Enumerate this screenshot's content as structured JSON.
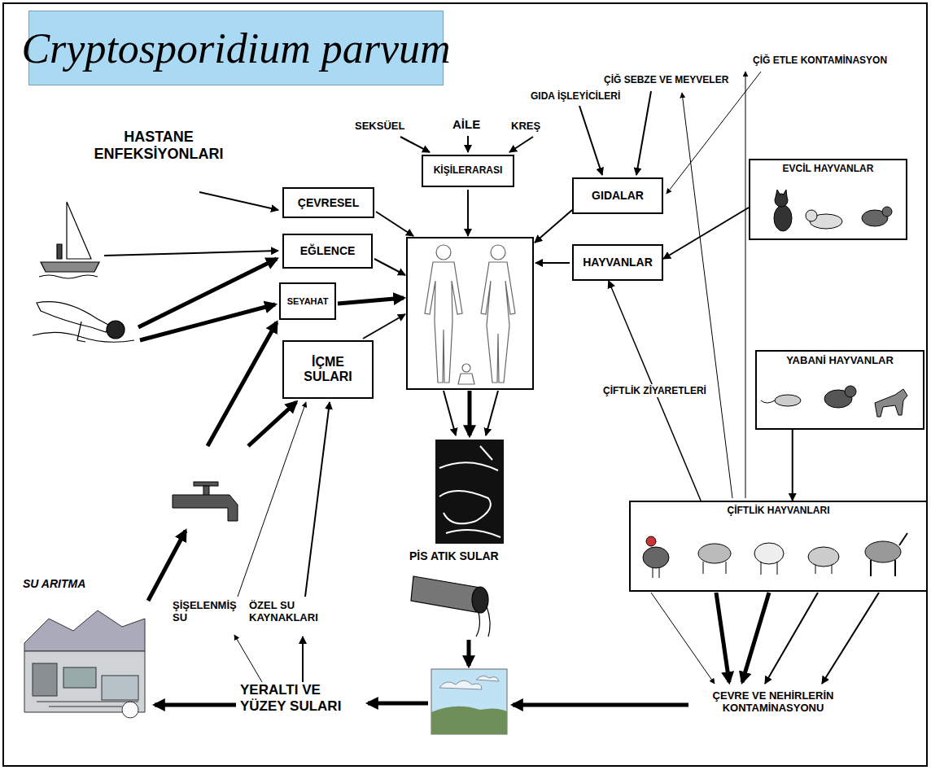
{
  "diagram": {
    "title": "Cryptosporidium parvum",
    "nodes": [
      {
        "text": [
          "KİŞİLERARASI"
        ]
      },
      {
        "text": [
          "ÇEVRESEL"
        ]
      },
      {
        "text": [
          "GIDALAR"
        ]
      },
      {
        "text": [
          "EĞLENCE"
        ]
      },
      {
        "text": [
          "HAYVANLAR"
        ]
      },
      {
        "text": [
          "SEYAHAT"
        ]
      },
      {
        "text": [
          "İÇME SULARI"
        ]
      },
      {
        "text": [
          "EVCİL HAYVANLAR"
        ]
      },
      {
        "text": [
          "YABANİ HAYVANLAR"
        ]
      },
      {
        "text": [
          "ÇİFTLİK HAYVANLARI"
        ]
      }
    ],
    "edges": [
      {
        "from": 7,
        "to": 4,
        "arrow": "to"
      },
      {
        "from": 8,
        "to": 9,
        "arrow": "to"
      },
      {
        "from": 9,
        "to": 4,
        "label": "ÇİFTLİK ZİYARETLERİ",
        "arrow": "to"
      }
    ],
    "labels": [
      "HASTANE ENFEKSİYONLARI",
      "SEKSÜEL",
      "AİLE",
      "KREŞ",
      "GIDA İŞLEYİCİLERİ",
      "ÇİĞ SEBZE VE MEYVELER",
      "ÇİĞ ETLE KONTAMİNASYON",
      "PİS ATIK SULAR",
      "SU ARITMA",
      "ŞİŞELENMİŞ SU",
      "ÖZEL SU KAYNAKLARI",
      "YERALTI VE YÜZEY SULARI",
      "ÇEVRE VE NEHİRLERİN KONTAMİNASYONU"
    ]
  }
}
